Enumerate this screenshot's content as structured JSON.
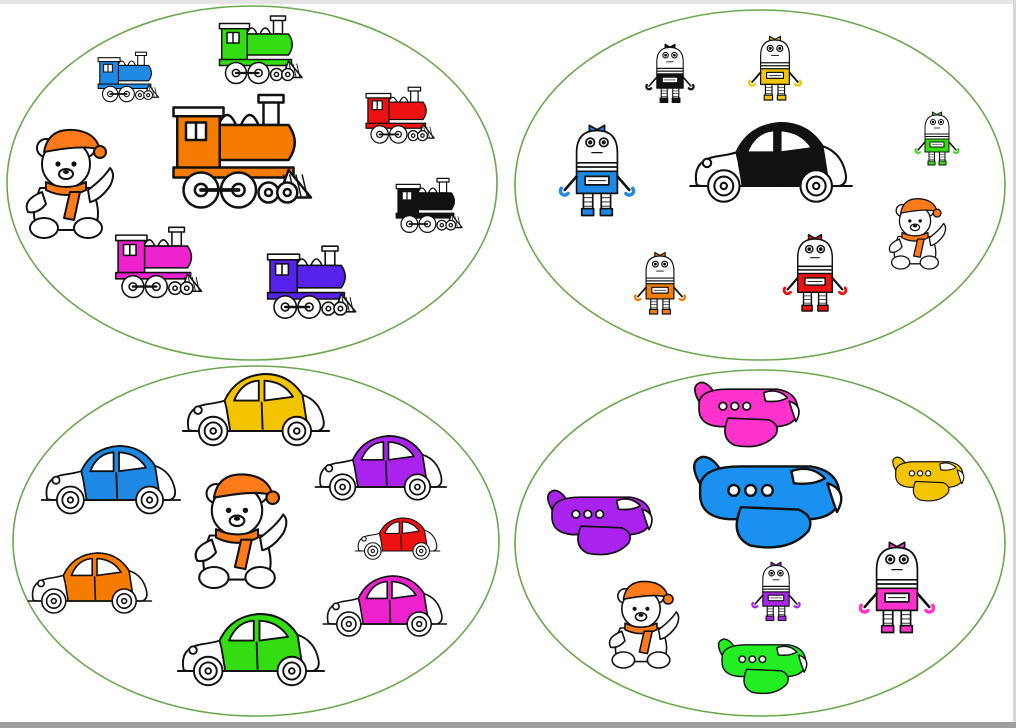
{
  "page": {
    "background": "#ffffff"
  },
  "colors": {
    "outline": "#111111",
    "ellipse_border": "#6aa84f",
    "blue": "#1e88e5",
    "green": "#33dd11",
    "orange": "#f57c00",
    "red": "#ee1111",
    "black": "#111111",
    "magenta": "#ee22cc",
    "purple": "#5522ee",
    "violet": "#aa22ee",
    "yellow": "#f5c400",
    "pink": "#ff33cc",
    "lime": "#22ee22",
    "sky": "#1a90f0",
    "teddy_scarf": "#ff7a1a"
  },
  "cards": [
    {
      "name": "trains-card",
      "items": [
        {
          "icon": "train-icon",
          "color": "blue"
        },
        {
          "icon": "train-icon",
          "color": "green"
        },
        {
          "icon": "train-icon",
          "color": "orange"
        },
        {
          "icon": "train-icon",
          "color": "red"
        },
        {
          "icon": "teddy-bear-icon",
          "color": "teddy_scarf"
        },
        {
          "icon": "train-icon",
          "color": "black"
        },
        {
          "icon": "train-icon",
          "color": "magenta"
        },
        {
          "icon": "train-icon",
          "color": "purple"
        }
      ]
    },
    {
      "name": "robots-card",
      "items": [
        {
          "icon": "robot-icon",
          "color": "black"
        },
        {
          "icon": "robot-icon",
          "color": "yellow"
        },
        {
          "icon": "robot-icon",
          "color": "blue"
        },
        {
          "icon": "car-icon",
          "color": "black"
        },
        {
          "icon": "robot-icon",
          "color": "green"
        },
        {
          "icon": "teddy-bear-icon",
          "color": "teddy_scarf"
        },
        {
          "icon": "robot-icon",
          "color": "orange"
        },
        {
          "icon": "robot-icon",
          "color": "red"
        }
      ]
    },
    {
      "name": "cars-card",
      "items": [
        {
          "icon": "car-icon",
          "color": "yellow"
        },
        {
          "icon": "car-icon",
          "color": "blue"
        },
        {
          "icon": "teddy-bear-icon",
          "color": "teddy_scarf"
        },
        {
          "icon": "car-icon",
          "color": "violet"
        },
        {
          "icon": "car-icon",
          "color": "red"
        },
        {
          "icon": "car-icon",
          "color": "orange"
        },
        {
          "icon": "car-icon",
          "color": "magenta"
        },
        {
          "icon": "car-icon",
          "color": "green"
        }
      ]
    },
    {
      "name": "planes-card",
      "items": [
        {
          "icon": "airplane-icon",
          "color": "pink"
        },
        {
          "icon": "airplane-icon",
          "color": "sky"
        },
        {
          "icon": "airplane-icon",
          "color": "yellow"
        },
        {
          "icon": "airplane-icon",
          "color": "violet"
        },
        {
          "icon": "teddy-bear-icon",
          "color": "teddy_scarf"
        },
        {
          "icon": "robot-icon",
          "color": "violet"
        },
        {
          "icon": "robot-icon",
          "color": "pink"
        },
        {
          "icon": "airplane-icon",
          "color": "lime"
        }
      ]
    }
  ]
}
